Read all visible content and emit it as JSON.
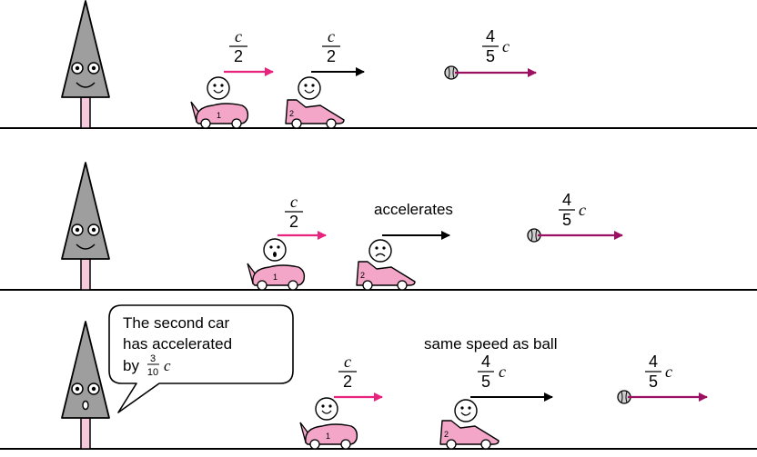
{
  "labels": {
    "half_c": {
      "num": "c",
      "den": "2"
    },
    "four_fifths_c": {
      "num": "4",
      "den": "5",
      "c": "c"
    },
    "three_tenths_c": {
      "num": "3",
      "den": "10",
      "c": "c"
    },
    "car1_number": "1",
    "car2_number": "2"
  },
  "panel2": {
    "accelerates_text": "accelerates"
  },
  "panel3": {
    "speech_line1": "The second car",
    "speech_line2": "has accelerated",
    "speech_line3_prefix": "by",
    "same_speed_text": "same speed as ball"
  },
  "colors": {
    "pink_arrow": "#e8237e",
    "black_arrow": "#000000",
    "ball_arrow": "#9b1060",
    "car_fill": "#f4a6c8",
    "tree_fill": "#9e9e9e",
    "ground": "#000000"
  }
}
